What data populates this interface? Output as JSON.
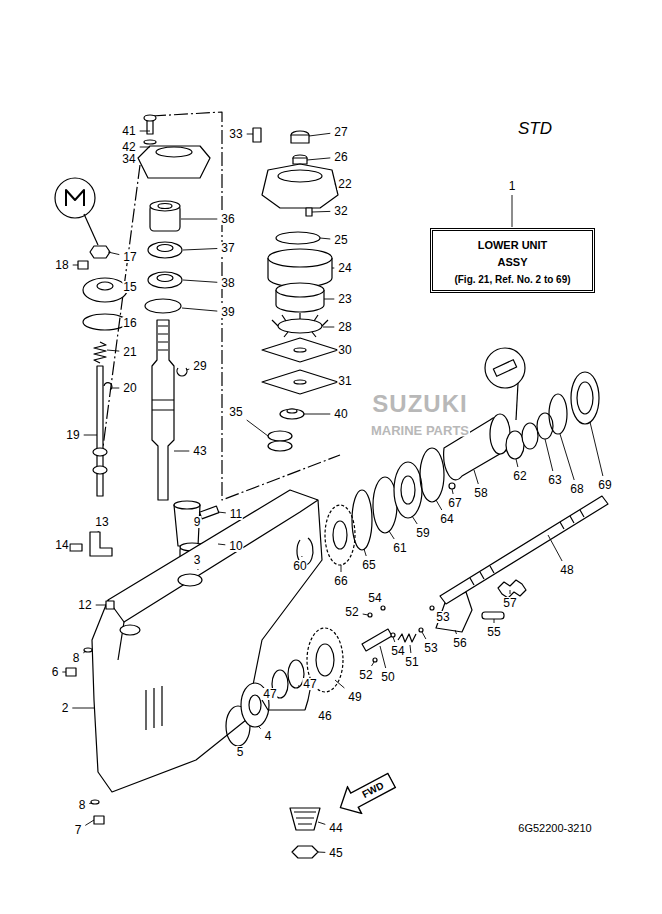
{
  "diagram": {
    "nodes": [
      {
        "text": [
          "LOWER UNIT ASSY",
          "(Fig. 21, Ref. No. 2 to 69)"
        ]
      },
      {
        "text": [
          "FWD"
        ]
      }
    ],
    "labels": [
      "STD",
      "1",
      "41",
      "42",
      "34",
      "36",
      "37",
      "38",
      "39",
      "17",
      "18",
      "15",
      "16",
      "21",
      "20",
      "29",
      "19",
      "43",
      "9",
      "11",
      "10",
      "3",
      "13",
      "14",
      "12",
      "6",
      "8",
      "2",
      "8",
      "7",
      "5",
      "4",
      "44",
      "45",
      "33",
      "27",
      "26",
      "22",
      "32",
      "25",
      "24",
      "23",
      "28",
      "30",
      "31",
      "40",
      "35",
      "69",
      "68",
      "63",
      "62",
      "58",
      "67",
      "64",
      "59",
      "61",
      "65",
      "66",
      "60",
      "48",
      "57",
      "55",
      "56",
      "53",
      "53",
      "51",
      "54",
      "54",
      "52",
      "52",
      "50",
      "49",
      "47",
      "47",
      "46",
      "6G52200-3210",
      "SUZUKI",
      "MARINE PARTS"
    ]
  }
}
